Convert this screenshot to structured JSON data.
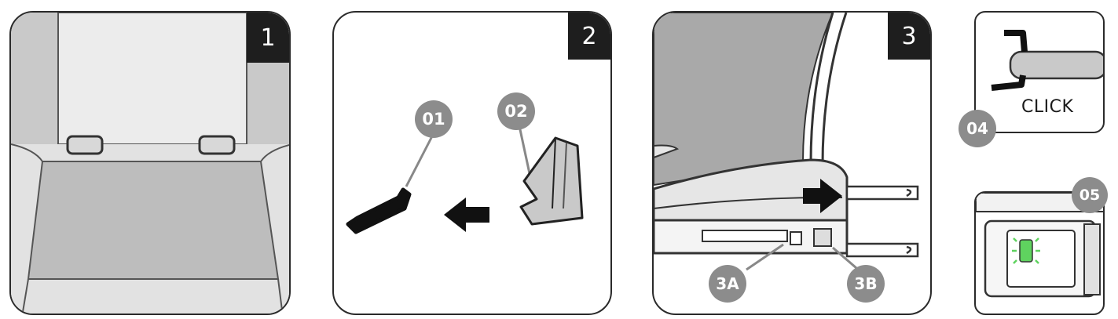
{
  "steps": {
    "s1": "1",
    "s2": "2",
    "s3": "3"
  },
  "callouts": {
    "c01": "01",
    "c02": "02",
    "c3a": "3A",
    "c3b": "3B",
    "c04": "04",
    "c05": "05"
  },
  "click_text": "CLICK",
  "colors": {
    "outline": "#2a2a2a",
    "tab": "#1e1e1e",
    "callout": "#8c8c8c",
    "seat_dark": "#bdbdbd",
    "seat_light": "#ececec",
    "indicator_green": "#5fd35f"
  }
}
